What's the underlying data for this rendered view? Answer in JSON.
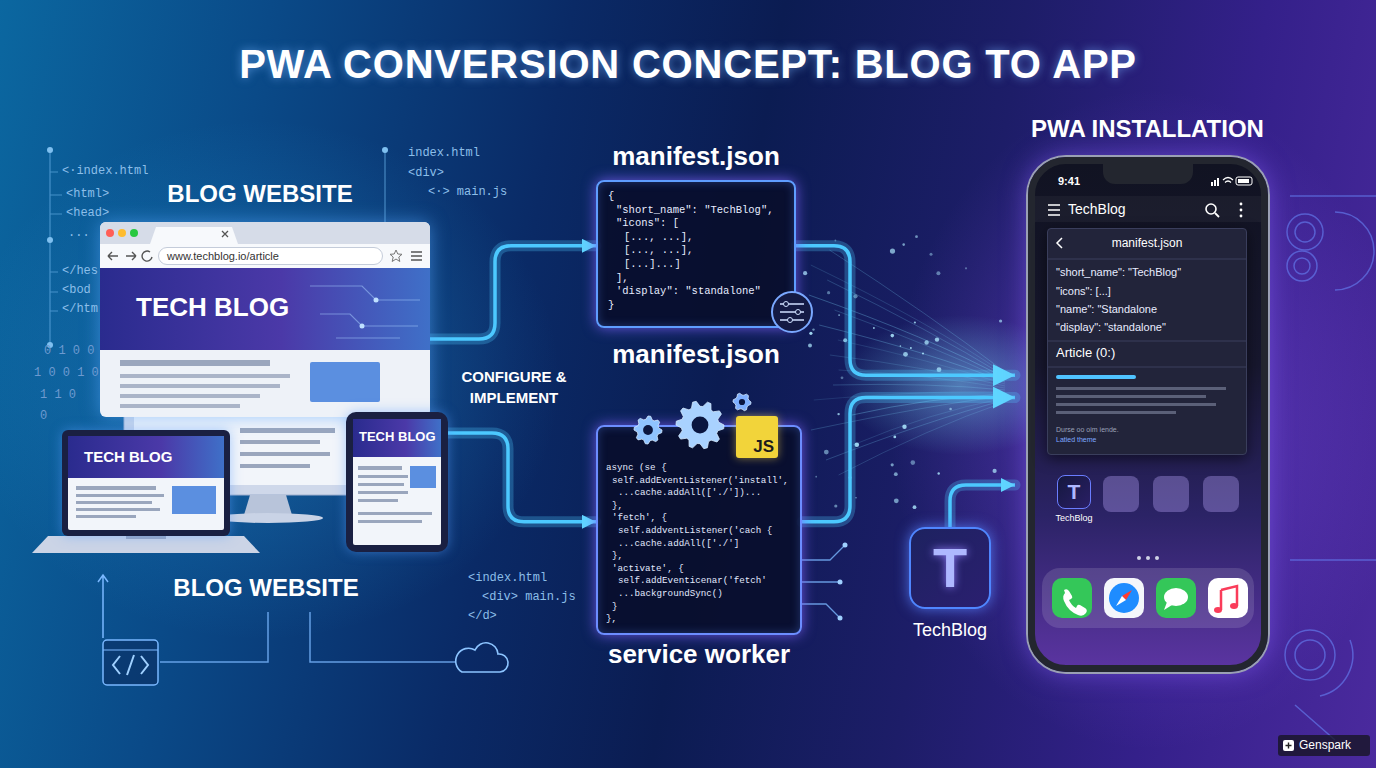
{
  "diagram": {
    "title": "PWA CONVERSION CONCEPT: BLOG TO APP",
    "nodes": [
      {
        "text": [
          "www.techblog.io/article",
          "TECH BLOG"
        ]
      },
      {
        "text": [
          "TECH BLOG"
        ]
      },
      {
        "text": [
          "TECH BLOG"
        ]
      },
      {
        "text": [
          "manifest.json",
          "{",
          "\"short_name\": \"TechBlog\",",
          "\"icons\": [",
          "[..., ...],",
          "[..., ...],",
          "[...]...]",
          "],",
          "'display\": \"standalone\"",
          "}",
          "manifest.json"
        ]
      },
      {
        "text": [
          "async (se {",
          "self.addEventListener('install',",
          "...cache.addAll(['./'])...",
          "},",
          "'fetch', {",
          "self.addventListener('cach {",
          "...cache.addAll(['./']",
          "},",
          "'activate', {",
          "self.addEventicenar('fetch'",
          "...backgroundSync()",
          "}",
          "},",
          "service worker"
        ]
      },
      {
        "text": [
          "JS"
        ],
        "in": 4
      },
      {
        "text": [
          "T",
          "TechBlog"
        ]
      },
      {
        "text": [
          "PWA INSTALLATION",
          "9:41",
          "TechBlog"
        ]
      },
      {
        "text": [
          "manifest.json",
          "\"short_name\": \"TechBlog\"",
          "\"icons\": [...]",
          "\"name\": \"Standalone",
          "\"display\": \"standalone\"",
          "Article (0:)",
          "Durse oo oim iende.",
          "Latied theme"
        ],
        "in": 7
      },
      {
        "text": [
          "T",
          "TechBlog"
        ],
        "in": 7
      }
    ],
    "edges": [
      {
        "from": 0,
        "to": 3,
        "arrow": "to"
      },
      {
        "from": 2,
        "to": 4,
        "arrow": "to"
      },
      {
        "from": 3,
        "to": 7,
        "arrow": "to"
      },
      {
        "from": 4,
        "to": 7,
        "arrow": "to"
      },
      {
        "from": 6,
        "to": 7,
        "arrow": "to"
      }
    ],
    "labels": [
      "BLOG WEBSITE",
      "BLOG WEBSITE",
      "CONFIGURE & IMPLEMENT",
      "<·index.html",
      "<html>",
      "<head>",
      "...",
      "</hes",
      "<bod",
      "</htm",
      "0 1 0 0",
      "1 0 0 1 0",
      "1 1 0",
      "0",
      "index.html",
      "<div>",
      "<·> main.js",
      "<index.html",
      "<div> main.js",
      "</d>",
      "Genspark"
    ]
  }
}
